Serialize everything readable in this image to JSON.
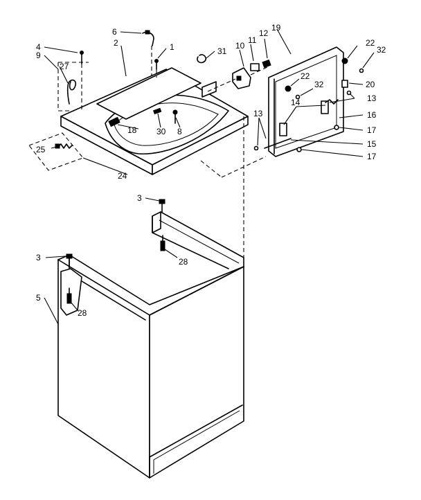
{
  "callouts": [
    {
      "id": "c1",
      "text": "1"
    },
    {
      "id": "c2",
      "text": "2"
    },
    {
      "id": "c3a",
      "text": "3"
    },
    {
      "id": "c3b",
      "text": "3"
    },
    {
      "id": "c4",
      "text": "4"
    },
    {
      "id": "c5",
      "text": "5"
    },
    {
      "id": "c6",
      "text": "6"
    },
    {
      "id": "c8",
      "text": "8"
    },
    {
      "id": "c9",
      "text": "9"
    },
    {
      "id": "c10",
      "text": "10"
    },
    {
      "id": "c11",
      "text": "11"
    },
    {
      "id": "c12",
      "text": "12"
    },
    {
      "id": "c13a",
      "text": "13"
    },
    {
      "id": "c13b",
      "text": "13"
    },
    {
      "id": "c14",
      "text": "14"
    },
    {
      "id": "c15",
      "text": "15"
    },
    {
      "id": "c16",
      "text": "16"
    },
    {
      "id": "c17a",
      "text": "17"
    },
    {
      "id": "c17b",
      "text": "17"
    },
    {
      "id": "c18",
      "text": "18"
    },
    {
      "id": "c19",
      "text": "19"
    },
    {
      "id": "c20",
      "text": "20"
    },
    {
      "id": "c22a",
      "text": "22"
    },
    {
      "id": "c22b",
      "text": "22"
    },
    {
      "id": "c24",
      "text": "24"
    },
    {
      "id": "c25",
      "text": "25"
    },
    {
      "id": "c27",
      "text": "27"
    },
    {
      "id": "c28a",
      "text": "28"
    },
    {
      "id": "c28b",
      "text": "28"
    },
    {
      "id": "c30",
      "text": "30"
    },
    {
      "id": "c31",
      "text": "31"
    },
    {
      "id": "c32a",
      "text": "32"
    },
    {
      "id": "c32b",
      "text": "32"
    }
  ]
}
